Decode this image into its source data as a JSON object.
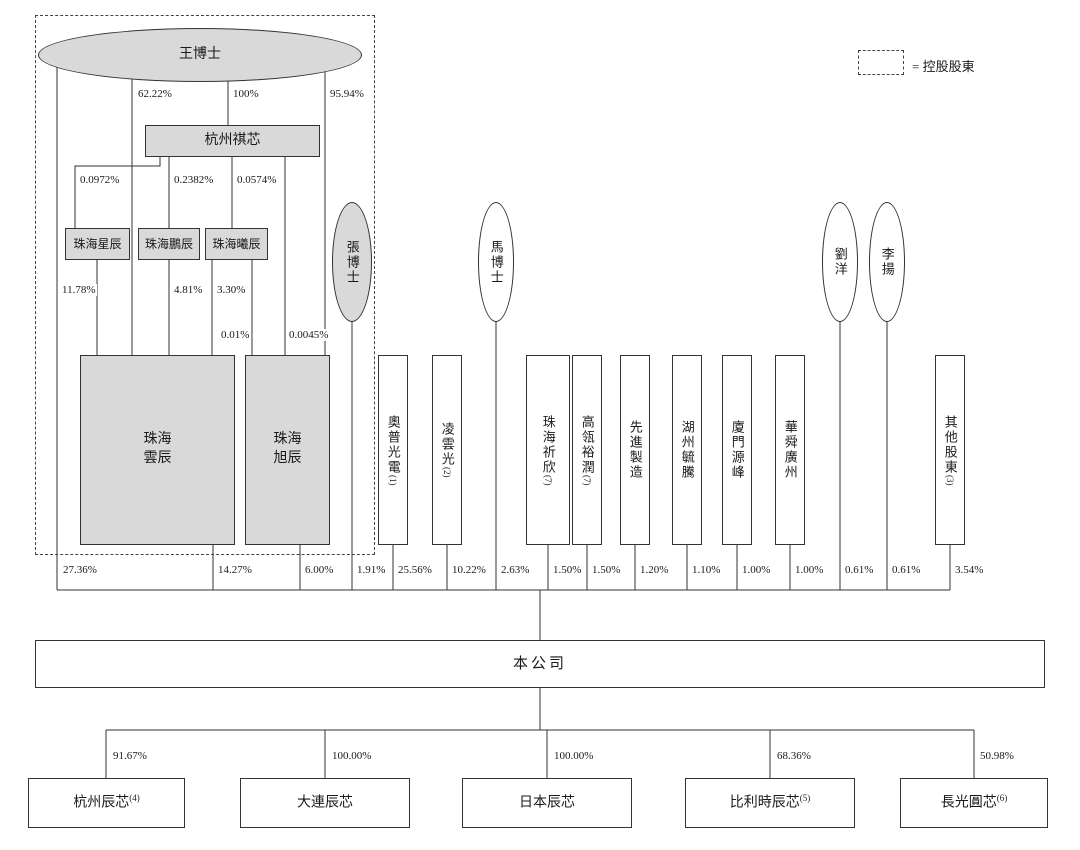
{
  "legend": {
    "label": "= 控股股東"
  },
  "group": {
    "wang": "王博士",
    "qixin": "杭州祺芯",
    "xingchen": "珠海星辰",
    "pengchen": "珠海鵬辰",
    "xichen": "珠海曦辰",
    "yunchen": "珠海雲辰",
    "xuchen": "珠海旭辰",
    "zhang": "張博士"
  },
  "individuals": {
    "ma": "馬博士",
    "liu": "劉洋",
    "li": "李揚"
  },
  "percentages": {
    "wang_company": "27.36%",
    "wang_yunchen": "62.22%",
    "wang_qixin": "100%",
    "wang_xuchen": "95.94%",
    "qixin_xingchen": "0.0972%",
    "qixin_pengchen": "0.2382%",
    "qixin_xichen": "0.0574%",
    "xingchen_yunchen": "11.78%",
    "pengchen_yunchen": "4.81%",
    "xichen_yunchen": "3.30%",
    "xichen_xuchen": "0.01%",
    "qixin_xuchen": "0.0045%",
    "yunchen_company": "14.27%",
    "xuchen_company": "6.00%",
    "zhang_company": "1.91%",
    "ma_company": "2.63%",
    "liu_company": "0.61%",
    "li_company": "0.61%"
  },
  "shareholders": [
    {
      "name": "奧普光電",
      "note": "(1)",
      "pct": "25.56%"
    },
    {
      "name": "凌雲光",
      "note": "(2)",
      "pct": "10.22%"
    },
    {
      "name": "珠海祈欣",
      "note": "(7)",
      "pct": "1.50%"
    },
    {
      "name": "高瓴裕潤",
      "note": "(7)",
      "pct": "1.50%"
    },
    {
      "name": "先進製造",
      "note": "",
      "pct": "1.20%"
    },
    {
      "name": "湖州毓騰",
      "note": "",
      "pct": "1.10%"
    },
    {
      "name": "廈門源峰",
      "note": "",
      "pct": "1.00%"
    },
    {
      "name": "華舜廣州",
      "note": "",
      "pct": "1.00%"
    },
    {
      "name": "其他股東",
      "note": "(3)",
      "pct": "3.54%"
    }
  ],
  "company": {
    "name": "本公司"
  },
  "subsidiaries": [
    {
      "name": "杭州辰芯",
      "note": "(4)",
      "pct": "91.67%"
    },
    {
      "name": "大連辰芯",
      "note": "",
      "pct": "100.00%"
    },
    {
      "name": "日本辰芯",
      "note": "",
      "pct": "100.00%"
    },
    {
      "name": "比利時辰芯",
      "note": "(5)",
      "pct": "68.36%"
    },
    {
      "name": "長光圓芯",
      "note": "(6)",
      "pct": "50.98%"
    }
  ],
  "colors": {
    "fill_gray": "#d9d9d9",
    "line": "#333333"
  }
}
